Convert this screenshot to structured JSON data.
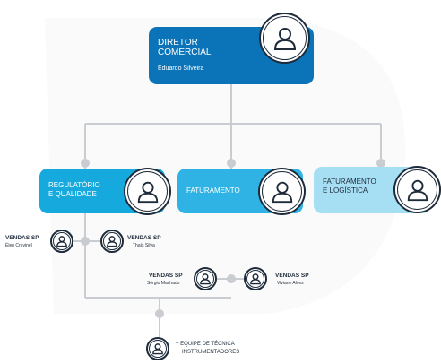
{
  "director": {
    "title_line1": "DIRETOR",
    "title_line2": "COMERCIAL",
    "name": "Eduardo Silveira"
  },
  "departments": [
    {
      "line1": "REGULATÓRIO",
      "line2": "E QUALIDADE"
    },
    {
      "line1": "FATURAMENTO",
      "line2": ""
    },
    {
      "line1": "FATURAMENTO",
      "line2": "E LOGÍSTICA"
    }
  ],
  "members": [
    {
      "role": "VENDAS SP",
      "name": "Élen Cruvinel"
    },
    {
      "role": "VENDAS SP",
      "name": "Thaís Silva"
    },
    {
      "role": "VENDAS SP",
      "name": "Sérgio Machado"
    },
    {
      "role": "VENDAS SP",
      "name": "Viviane Alves"
    }
  ],
  "team": {
    "line1": "+ EQUIPE DE TÉCNICA",
    "line2": "INSTRUMENTADORES"
  },
  "colors": {
    "director": "#0b74b8",
    "regulatory": "#16a9de",
    "billing": "#2fb3e4",
    "logistics": "#a6def4",
    "lines": "#c9ccd0",
    "dark": "#1e2b3a"
  }
}
